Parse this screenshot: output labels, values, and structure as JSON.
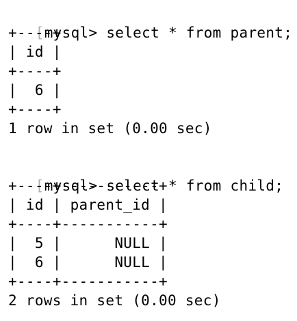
{
  "terminal": {
    "bracket": "[",
    "commands": [
      {
        "prompt": "mysql>",
        "text": " select * from parent;"
      },
      {
        "prompt": "mysql>",
        "text": " select * from child;"
      }
    ],
    "tables": [
      {
        "border_top": "+----+",
        "header_row": "| id |",
        "border_mid": "+----+",
        "rows": [
          "|  6 |"
        ],
        "border_bottom": "+----+",
        "summary": "1 row in set (0.00 sec)"
      },
      {
        "border_top": "+----+-----------+",
        "header_row": "| id | parent_id |",
        "border_mid": "+----+-----------+",
        "rows": [
          "|  5 |      NULL |",
          "|  6 |      NULL |"
        ],
        "border_bottom": "+----+-----------+",
        "summary": "2 rows in set (0.00 sec)"
      }
    ]
  }
}
